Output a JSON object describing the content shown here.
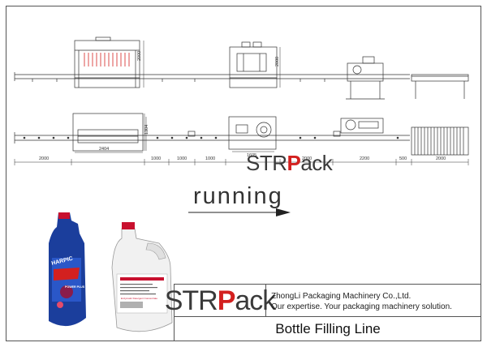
{
  "brand": {
    "prefix": "STR",
    "accent": "P",
    "suffix": "ack",
    "accent_color": "#d3201f"
  },
  "status_text": "running",
  "dimensions_top": [
    "2000",
    "2000"
  ],
  "dimensions_bottom": [
    {
      "value": "2404"
    },
    {
      "value": "1304"
    },
    {
      "value": "1605"
    },
    {
      "value": "2000"
    },
    {
      "value": "1000"
    },
    {
      "value": "1000"
    },
    {
      "value": "1000"
    },
    {
      "value": "2000"
    },
    {
      "value": "2200"
    },
    {
      "value": "500"
    },
    {
      "value": "2000"
    }
  ],
  "company": {
    "name": "ZhongLi Packaging Machinery Co.,Ltd.",
    "slogan": "Our expertise. Your packaging machinery solution."
  },
  "line_name": "Bottle Filling Line",
  "bottle_labels": {
    "cleaner_brand": "HARPIC",
    "cleaner_sub": "POWER PLUS",
    "jug_title": "Enzymatic Detergent Concentrate"
  }
}
